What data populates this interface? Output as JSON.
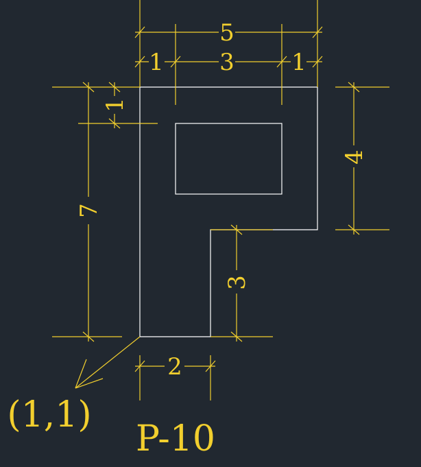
{
  "drawing": {
    "part_label": "P-10",
    "origin_label": "(1,1)",
    "colors": {
      "background": "#212830",
      "outline": "#ffffff",
      "dimension": "#f2cf2e"
    },
    "dimensions": {
      "overall_width": "5",
      "left_margin": "1",
      "hole_width": "3",
      "right_margin": "1",
      "top_offset": "1",
      "overall_height": "7",
      "upper_height": "4",
      "lower_height": "3",
      "stem_width": "2"
    }
  }
}
